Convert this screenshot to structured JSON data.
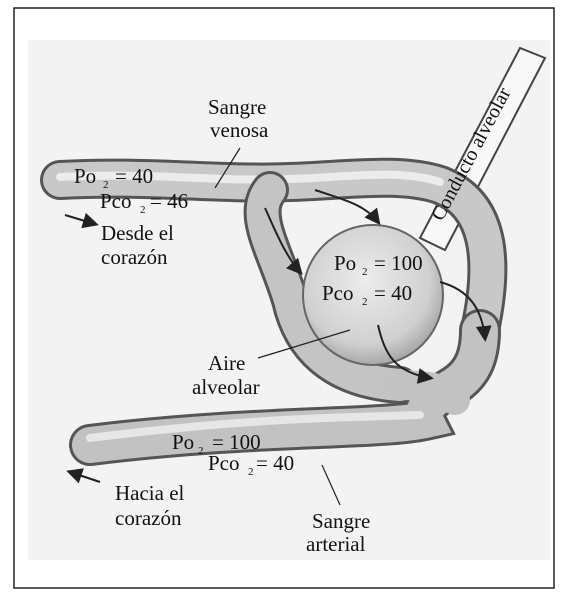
{
  "diagram": {
    "labels": {
      "sangre_venosa_1": "Sangre",
      "sangre_venosa_2": "venosa",
      "conducto_alveolar": "Conducto alveolar",
      "venous_po2": "Po",
      "venous_po2_value": "= 40",
      "venous_pco2": "Pco",
      "venous_pco2_value": "= 46",
      "desde_1": "Desde el",
      "desde_2": "corazón",
      "alv_po2": "Po",
      "alv_po2_value": "= 100",
      "alv_pco2": "Pco",
      "alv_pco2_value": "= 40",
      "aire_1": "Aire",
      "aire_2": "alveolar",
      "art_po2": "Po",
      "art_po2_value": "= 100",
      "art_pco2": "Pco",
      "art_pco2_value": "= 40",
      "hacia_1": "Hacia el",
      "hacia_2": "corazón",
      "sangre_arterial_1": "Sangre",
      "sangre_arterial_2": "arterial",
      "subscript_2": "2"
    },
    "colors": {
      "vessel": "#bdbdbd",
      "vessel_edge": "#555555",
      "alveolus": "#d4d4d4",
      "arrow": "#222222",
      "background": "#f3f3f3"
    }
  }
}
